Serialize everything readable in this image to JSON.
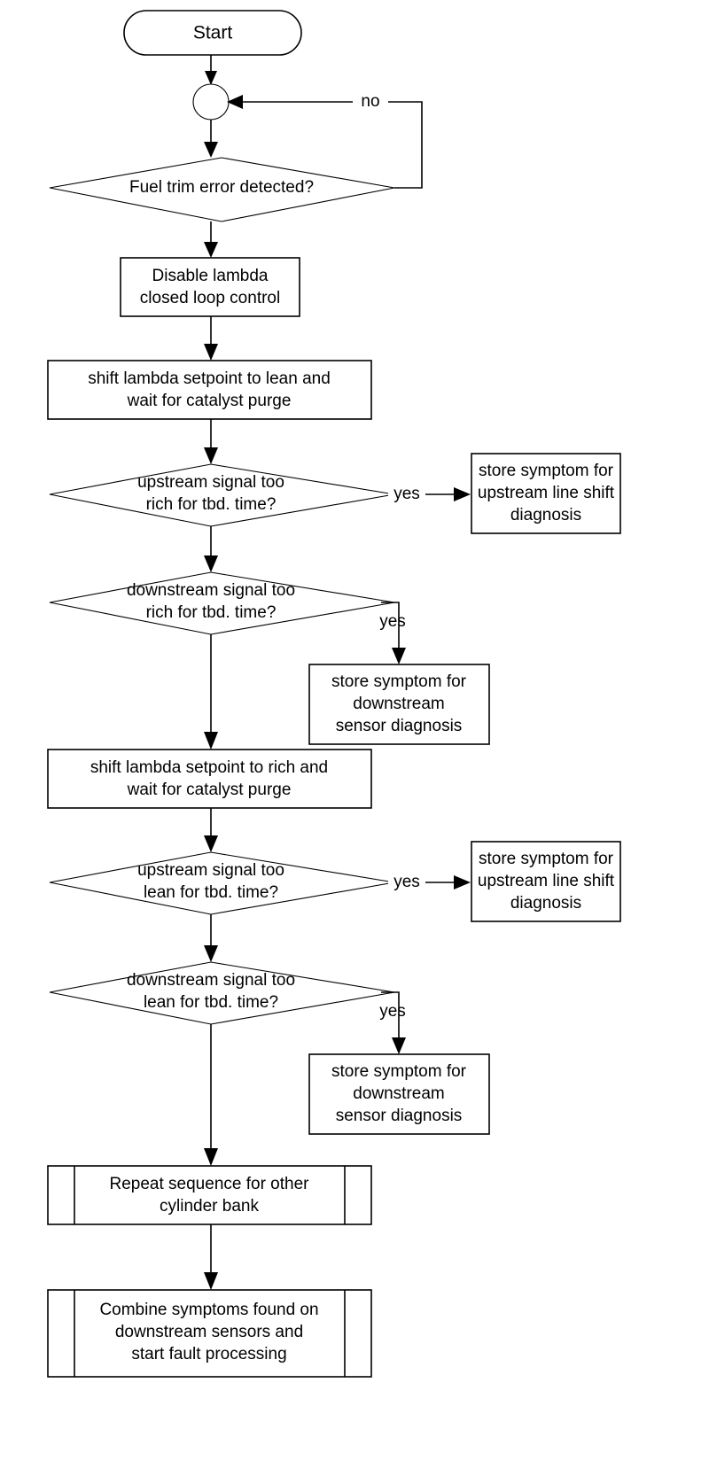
{
  "diagram": {
    "type": "flowchart",
    "title": "Fuel trim error lambda shift diagnosis flowchart",
    "background_color": "#ffffff",
    "line_color": "#000000",
    "text_color": "#000000"
  },
  "nodes": {
    "start": {
      "shape": "terminator",
      "label": "Start"
    },
    "junction": {
      "shape": "connector-circle",
      "label": ""
    },
    "decision_fuel_trim": {
      "shape": "decision",
      "label_line1": "Fuel trim error detected?"
    },
    "process_disable_lambda": {
      "shape": "process",
      "label_line1": "Disable lambda",
      "label_line2": "closed loop control"
    },
    "process_shift_lean": {
      "shape": "process",
      "label_line1": "shift lambda setpoint to lean and",
      "label_line2": "wait for catalyst purge"
    },
    "decision_upstream_rich": {
      "shape": "decision",
      "label_line1": "upstream signal too",
      "label_line2": "rich for tbd. time?"
    },
    "store_upstream_rich": {
      "shape": "process",
      "label_line1": "store symptom for",
      "label_line2": "upstream line shift",
      "label_line3": "diagnosis"
    },
    "decision_downstream_rich": {
      "shape": "decision",
      "label_line1": "downstream signal too",
      "label_line2": "rich for tbd. time?"
    },
    "store_downstream_rich": {
      "shape": "process",
      "label_line1": "store symptom for",
      "label_line2": "downstream",
      "label_line3": "sensor diagnosis"
    },
    "process_shift_rich": {
      "shape": "process",
      "label_line1": "shift lambda setpoint to rich and",
      "label_line2": "wait for catalyst purge"
    },
    "decision_upstream_lean": {
      "shape": "decision",
      "label_line1": "upstream signal too",
      "label_line2": "lean for tbd. time?"
    },
    "store_upstream_lean": {
      "shape": "process",
      "label_line1": "store symptom for",
      "label_line2": "upstream line shift",
      "label_line3": "diagnosis"
    },
    "decision_downstream_lean": {
      "shape": "decision",
      "label_line1": "downstream signal too",
      "label_line2": "lean for tbd. time?"
    },
    "store_downstream_lean": {
      "shape": "process",
      "label_line1": "store symptom for",
      "label_line2": "downstream",
      "label_line3": "sensor diagnosis"
    },
    "subroutine_repeat": {
      "shape": "predefined-process",
      "label_line1": "Repeat sequence for other",
      "label_line2": "cylinder bank"
    },
    "subroutine_combine": {
      "shape": "predefined-process",
      "label_line1": "Combine symptoms found on",
      "label_line2": "downstream sensors and",
      "label_line3": "start fault processing"
    }
  },
  "edge_labels": {
    "no_loop": "no",
    "yes_upstream_rich": "yes",
    "yes_downstream_rich": "yes",
    "yes_upstream_lean": "yes",
    "yes_downstream_lean": "yes"
  }
}
